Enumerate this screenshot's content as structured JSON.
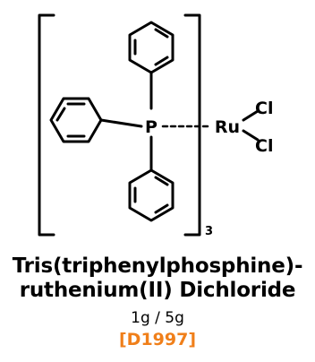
{
  "structure": {
    "atoms": {
      "phosphorus": "P",
      "ruthenium": "Ru",
      "chlorine_top": "Cl",
      "chlorine_bottom": "Cl"
    },
    "ligand_count": "3",
    "icon": "chemical-structure-diagram"
  },
  "compound": {
    "name_line_1": "Tris(triphenylphosphine)-",
    "name_line_2": "ruthenium(II) Dichloride",
    "sizes": "1g / 5g",
    "catalog_number": "[D1997]"
  },
  "colors": {
    "text": "#000000",
    "catalog_number": "#f07f1a"
  }
}
